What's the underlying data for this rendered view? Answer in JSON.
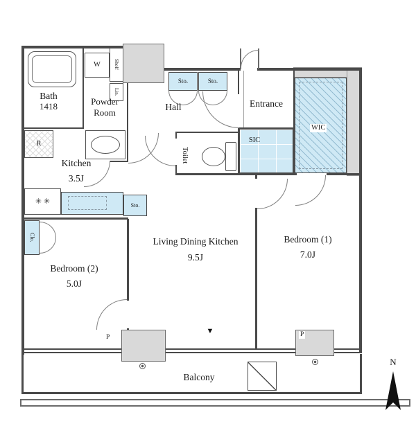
{
  "plan": {
    "rooms": {
      "bath": {
        "name": "Bath",
        "size": "1418"
      },
      "powder_room": {
        "line1": "Powder",
        "line2": "Room"
      },
      "kitchen": {
        "name": "Kitchen",
        "size": "3.5J"
      },
      "hall": {
        "name": "Hall"
      },
      "entrance": {
        "name": "Entrance"
      },
      "toilet": {
        "name": "Toilet"
      },
      "shoe_closet": {
        "name": "SIC"
      },
      "walk_in_closet": {
        "name": "WIC"
      },
      "living_dining_kitchen": {
        "name": "Living Dining Kitchen",
        "size": "9.5J"
      },
      "bedroom_1": {
        "name": "Bedroom (1)",
        "size": "7.0J"
      },
      "bedroom_2": {
        "name": "Bedroom (2)",
        "size": "5.0J"
      },
      "balcony": {
        "name": "Balcony"
      }
    },
    "fixtures": {
      "washing_machine": "W",
      "shelf": "Shelf",
      "linen": "Lin.",
      "refrigerator": "R",
      "hall_storage_1": "Sto.",
      "hall_storage_2": "Sto.",
      "kitchen_storage": "Sto.",
      "bedroom2_closet": "Clo.",
      "pipe_space_left": "P",
      "pipe_space_right": "P",
      "stove_burners": "✳ ✳",
      "balcony_access_marker": "▼",
      "compass_north": "N"
    },
    "colors": {
      "wall": "#4a4a4a",
      "closet_fill": "#cfe9f5",
      "structure_fill": "#d9d9d9",
      "background": "#ffffff"
    }
  }
}
